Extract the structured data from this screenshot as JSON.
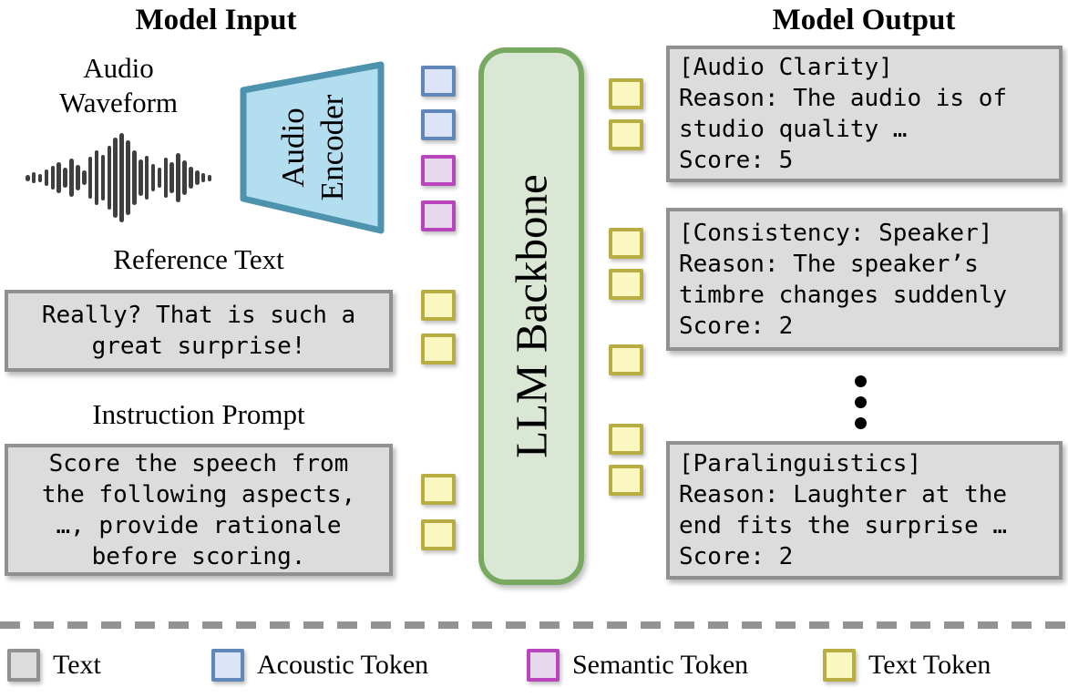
{
  "titles": {
    "input": "Model Input",
    "output": "Model Output"
  },
  "encoder": {
    "label": "Audio Encoder"
  },
  "backbone": {
    "label": "LLM Backbone"
  },
  "inputs": {
    "audio_label": "Audio Waveform",
    "reference_label": "Reference Text",
    "reference_lines": [
      "Really? That is such a",
      "great surprise!"
    ],
    "instruction_label": "Instruction Prompt",
    "instruction_lines": [
      "Score the speech from",
      "the following aspects,",
      "…, provide rationale",
      "before scoring."
    ]
  },
  "outputs": [
    {
      "lines": [
        "[Audio Clarity]",
        "Reason: The audio is of",
        "studio quality …",
        "Score: 5"
      ]
    },
    {
      "lines": [
        "[Consistency: Speaker]",
        "Reason: The speaker’s",
        "timbre changes suddenly",
        "Score: 2"
      ]
    },
    {
      "lines": [
        "[Paralinguistics]",
        "Reason: Laughter at the",
        "end fits the surprise …",
        "Score: 2"
      ]
    }
  ],
  "tokens": {
    "input_column": [
      "acoustic",
      "acoustic",
      "semantic",
      "semantic",
      "text",
      "text",
      "text",
      "text"
    ],
    "output_column": [
      "text",
      "text",
      "text",
      "text",
      "text",
      "text",
      "text"
    ]
  },
  "legend": [
    {
      "type": "textbox",
      "label": "Text"
    },
    {
      "type": "acoustic",
      "label": "Acoustic Token"
    },
    {
      "type": "semantic",
      "label": "Semantic Token"
    },
    {
      "type": "text",
      "label": "Text Token"
    }
  ],
  "waveform": {
    "bars": [
      7,
      12,
      9,
      18,
      26,
      34,
      22,
      42,
      28,
      16,
      46,
      60,
      50,
      70,
      88,
      98,
      82,
      60,
      40,
      48,
      30,
      22,
      44,
      34,
      54,
      38,
      24,
      16,
      10,
      7
    ]
  },
  "colors": {
    "text_box_fill": "#dcdcdc",
    "text_box_border": "#909090",
    "acoustic_fill": "#dbe5f7",
    "acoustic_border": "#6187b8",
    "semantic_fill": "#e7d8ec",
    "semantic_border": "#b845bb",
    "text_token_fill": "#faf7c0",
    "text_token_border": "#b8ad42",
    "encoder_fill": "#b3def0",
    "encoder_border": "#4d93ae",
    "backbone_fill": "#d9e7d4",
    "backbone_border": "#77aa60",
    "waveform_color": "#3f3f3f",
    "dash_color": "#939393"
  }
}
